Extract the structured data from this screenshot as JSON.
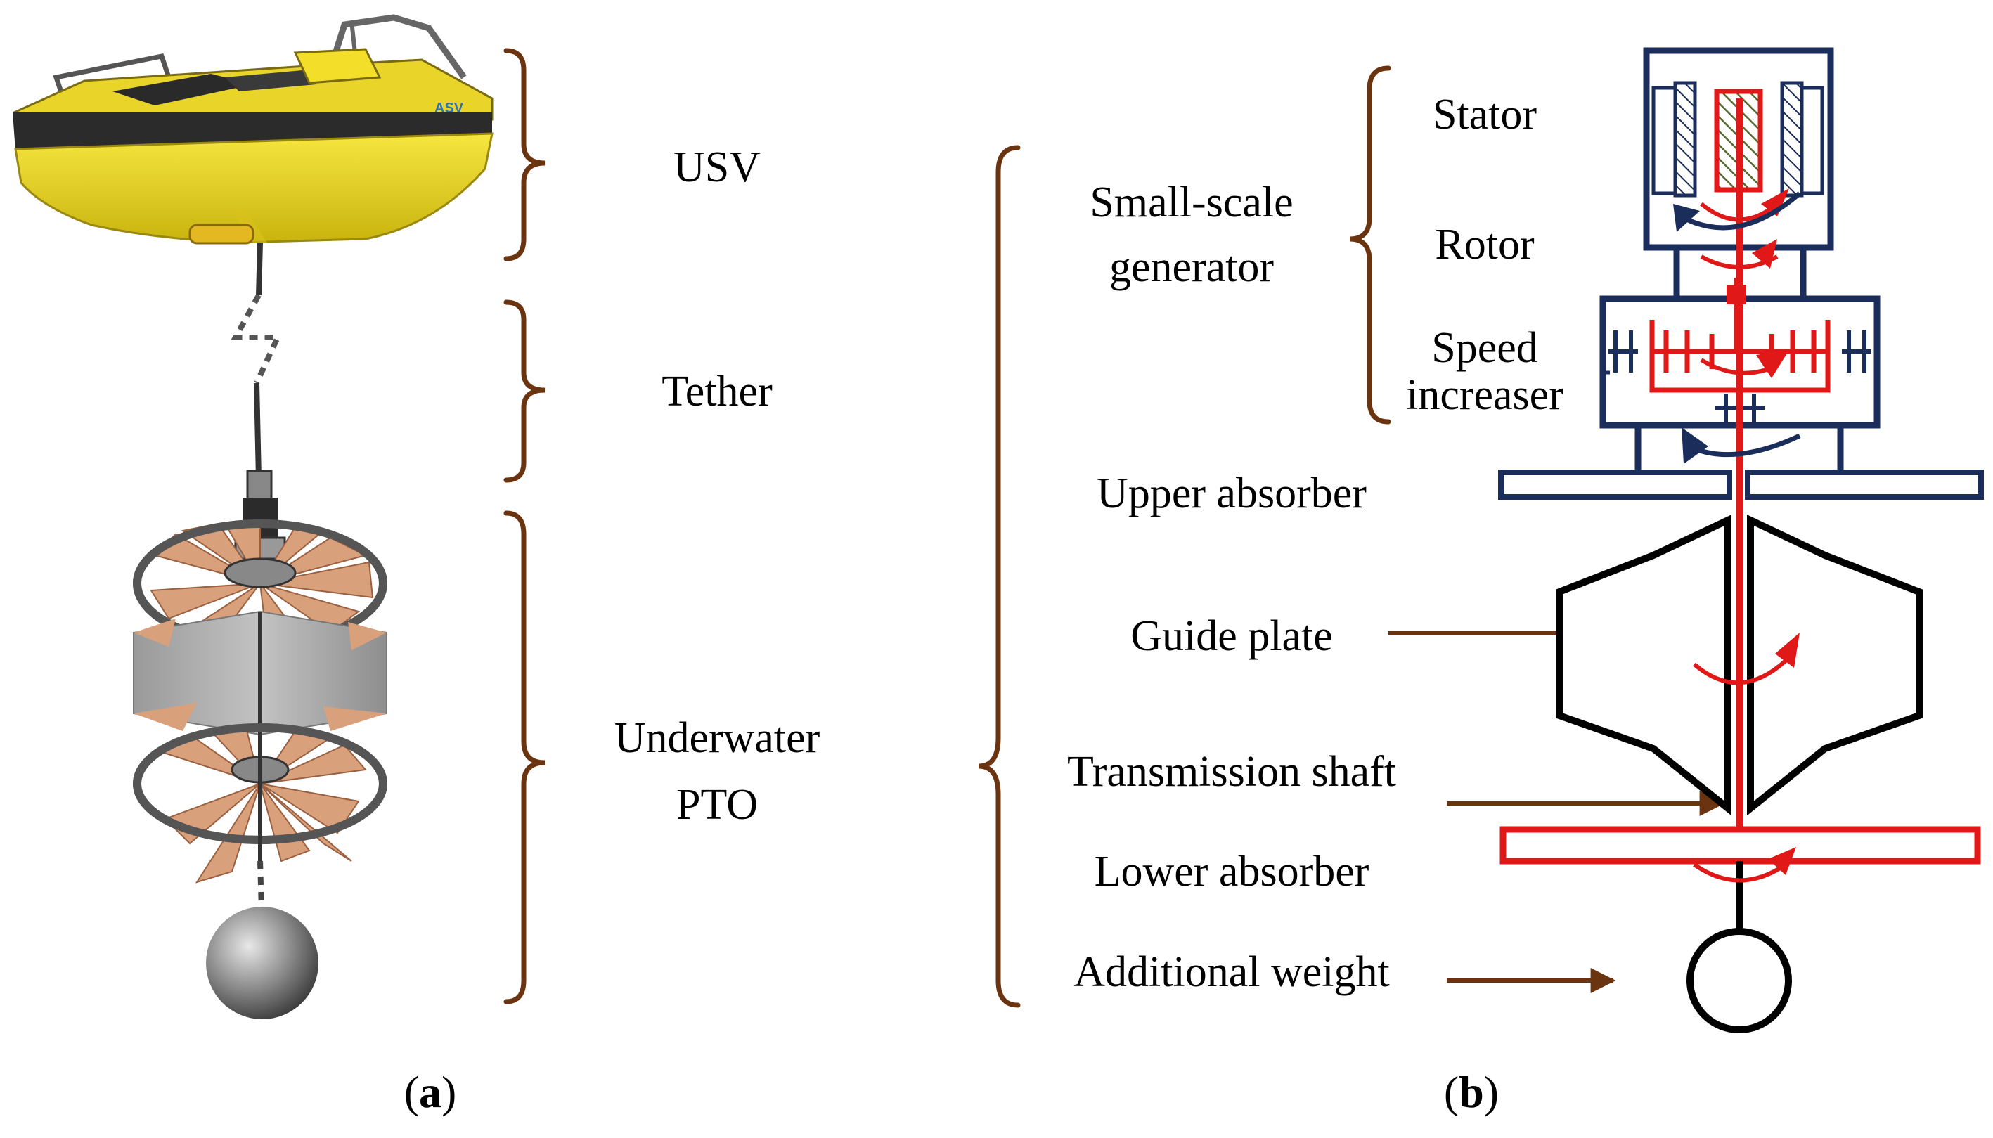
{
  "panel_a": {
    "labels": {
      "usv": "USV",
      "tether": "Tether",
      "pto_line1": "Underwater",
      "pto_line2": "PTO"
    },
    "boat_badge": "ASV",
    "caption_open": "(",
    "caption_letter": "a",
    "caption_close": ")"
  },
  "panel_b": {
    "labels": {
      "stator": "Stator",
      "generator_line1": "Small-scale",
      "generator_line2": "generator",
      "rotor": "Rotor",
      "speed_line1": "Speed",
      "speed_line2": "increaser",
      "upper_absorber": "Upper absorber",
      "guide_plate": "Guide plate",
      "transmission_shaft": "Transmission shaft",
      "lower_absorber": "Lower absorber",
      "additional_weight": "Additional weight"
    },
    "caption_open": "(",
    "caption_letter": "b",
    "caption_close": ")"
  },
  "colors": {
    "brace_brown": "#6b3410",
    "navy": "#1b2d5b",
    "red": "#e01818",
    "boat_yellow": "#f2dc1c",
    "blade_copper": "#d9a07c",
    "guide_gray": "#a8a8a8"
  }
}
